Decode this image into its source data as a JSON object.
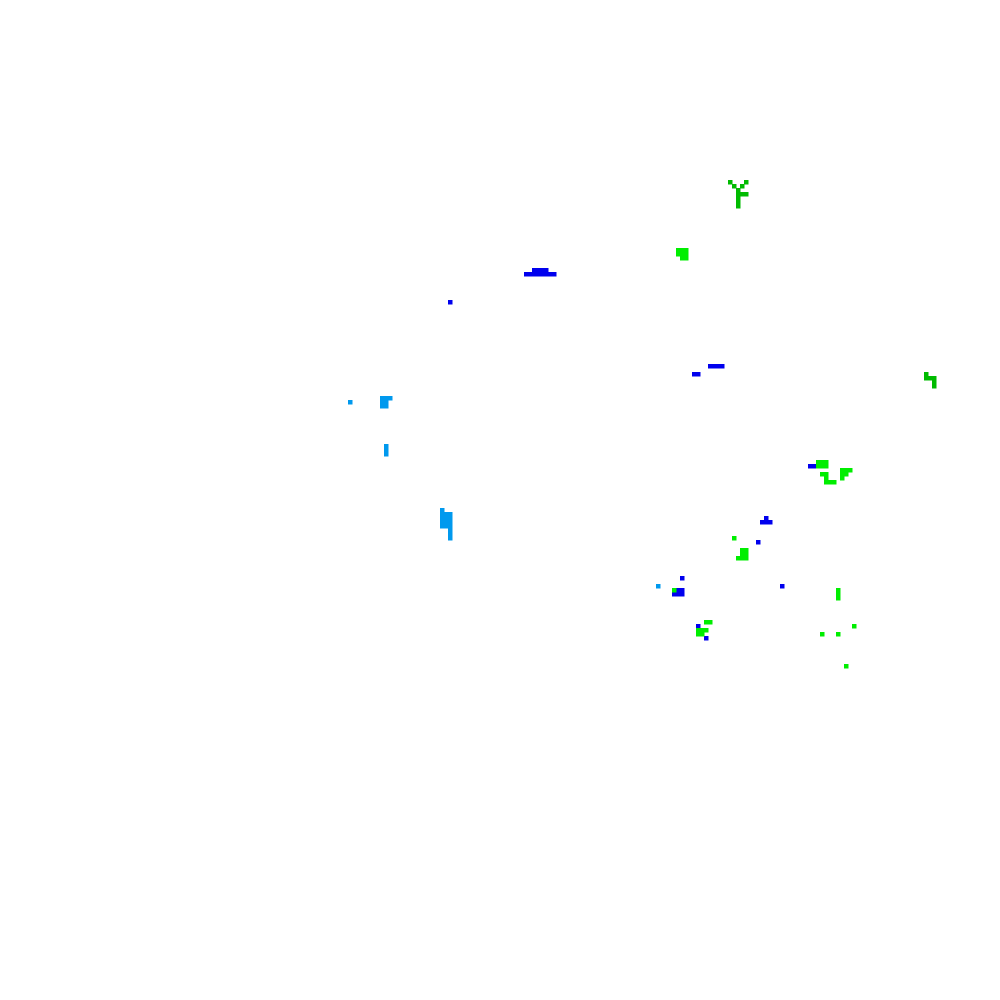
{
  "palette": {
    "background": "#ffffff",
    "blue": "#0000ee",
    "sky": "#0099ee",
    "lime": "#00ee00",
    "green": "#00bb00"
  },
  "grid": {
    "cell": 4,
    "cols": 250,
    "rows": 250
  },
  "clusters": [
    {
      "color": "blue",
      "cells": [
        [
          133,
          67
        ],
        [
          134,
          67
        ],
        [
          135,
          67
        ],
        [
          136,
          67
        ],
        [
          131,
          68
        ],
        [
          132,
          68
        ],
        [
          133,
          68
        ],
        [
          134,
          68
        ],
        [
          135,
          68
        ],
        [
          136,
          68
        ],
        [
          137,
          68
        ],
        [
          138,
          68
        ],
        [
          112,
          75
        ],
        [
          177,
          91
        ],
        [
          178,
          91
        ],
        [
          179,
          91
        ],
        [
          180,
          91
        ],
        [
          173,
          93
        ],
        [
          174,
          93
        ],
        [
          202,
          116
        ],
        [
          203,
          116
        ],
        [
          191,
          129
        ],
        [
          190,
          130
        ],
        [
          191,
          130
        ],
        [
          192,
          130
        ],
        [
          189,
          135
        ],
        [
          170,
          144
        ],
        [
          195,
          146
        ],
        [
          169,
          147
        ],
        [
          170,
          147
        ],
        [
          168,
          148
        ],
        [
          169,
          148
        ],
        [
          170,
          148
        ],
        [
          174,
          156
        ],
        [
          176,
          159
        ]
      ]
    },
    {
      "color": "sky",
      "cells": [
        [
          87,
          100
        ],
        [
          95,
          99
        ],
        [
          96,
          99
        ],
        [
          97,
          99
        ],
        [
          95,
          100
        ],
        [
          96,
          100
        ],
        [
          95,
          101
        ],
        [
          96,
          101
        ],
        [
          96,
          111
        ],
        [
          96,
          112
        ],
        [
          96,
          113
        ],
        [
          110,
          127
        ],
        [
          110,
          128
        ],
        [
          111,
          128
        ],
        [
          112,
          128
        ],
        [
          110,
          129
        ],
        [
          111,
          129
        ],
        [
          112,
          129
        ],
        [
          110,
          130
        ],
        [
          111,
          130
        ],
        [
          112,
          130
        ],
        [
          110,
          131
        ],
        [
          111,
          131
        ],
        [
          112,
          131
        ],
        [
          112,
          132
        ],
        [
          112,
          133
        ],
        [
          112,
          134
        ],
        [
          164,
          146
        ]
      ]
    },
    {
      "color": "lime",
      "cells": [
        [
          169,
          62
        ],
        [
          170,
          62
        ],
        [
          171,
          62
        ],
        [
          169,
          63
        ],
        [
          170,
          63
        ],
        [
          171,
          63
        ],
        [
          170,
          64
        ],
        [
          171,
          64
        ],
        [
          204,
          115
        ],
        [
          205,
          115
        ],
        [
          206,
          115
        ],
        [
          204,
          116
        ],
        [
          205,
          116
        ],
        [
          206,
          116
        ],
        [
          210,
          117
        ],
        [
          211,
          117
        ],
        [
          212,
          117
        ],
        [
          205,
          118
        ],
        [
          206,
          118
        ],
        [
          210,
          118
        ],
        [
          211,
          118
        ],
        [
          206,
          119
        ],
        [
          210,
          119
        ],
        [
          206,
          120
        ],
        [
          207,
          120
        ],
        [
          208,
          120
        ],
        [
          183,
          134
        ],
        [
          185,
          137
        ],
        [
          186,
          137
        ],
        [
          185,
          138
        ],
        [
          186,
          138
        ],
        [
          184,
          139
        ],
        [
          185,
          139
        ],
        [
          186,
          139
        ],
        [
          168,
          147
        ],
        [
          209,
          147
        ],
        [
          209,
          148
        ],
        [
          209,
          149
        ],
        [
          176,
          155
        ],
        [
          177,
          155
        ],
        [
          213,
          156
        ],
        [
          174,
          157
        ],
        [
          175,
          157
        ],
        [
          176,
          157
        ],
        [
          205,
          158
        ],
        [
          209,
          158
        ],
        [
          174,
          158
        ],
        [
          175,
          158
        ],
        [
          211,
          166
        ]
      ]
    },
    {
      "color": "green",
      "cells": [
        [
          182,
          45
        ],
        [
          186,
          45
        ],
        [
          183,
          46
        ],
        [
          185,
          46
        ],
        [
          184,
          47
        ],
        [
          184,
          48
        ],
        [
          185,
          48
        ],
        [
          186,
          48
        ],
        [
          184,
          49
        ],
        [
          184,
          50
        ],
        [
          184,
          51
        ],
        [
          231,
          93
        ],
        [
          231,
          94
        ],
        [
          232,
          94
        ],
        [
          233,
          94
        ],
        [
          233,
          95
        ],
        [
          233,
          96
        ]
      ]
    }
  ]
}
